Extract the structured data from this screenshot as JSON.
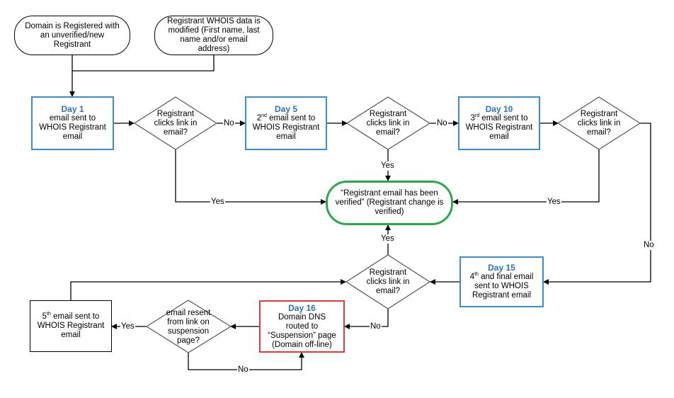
{
  "start_nodes": {
    "unverified": "Domain is Registered with an unverified/new Registrant",
    "modified": "Registrant WHOIS data is modified (First name, last name and/or email address)"
  },
  "steps": {
    "day1": {
      "day": "Day 1",
      "text": "email sent to WHOIS Registrant email"
    },
    "day5": {
      "day": "Day 5",
      "ord": "2",
      "sup": "nd",
      "text": " email sent to WHOIS Registrant email"
    },
    "day10": {
      "day": "Day 10",
      "ord": "3",
      "sup": "rd",
      "text": " email sent to WHOIS Registrant email"
    },
    "day15": {
      "day": "Day 15",
      "ord": "4",
      "sup": "th",
      "text": " and final email sent to WHOIS Registrant email"
    },
    "day16": {
      "day": "Day 16",
      "text": "Domain DNS routed to “Suspension” page (Domain off-line)"
    },
    "fifth": {
      "ord": "5",
      "sup": "th",
      "text": " email sent to WHOIS Registrant email"
    }
  },
  "decisions": {
    "clicks": "Registrant clicks link in email?",
    "resent": "email resent from link on suspension page?"
  },
  "terminal": "“Registrant email has been verified” (Registrant change is verified)",
  "labels": {
    "yes": "Yes",
    "no": "No"
  },
  "colors": {
    "day_title": "#2a74b8",
    "step_border": "#3a8fd0",
    "suspension_border": "#e23a3a",
    "verified_border": "#2aa84a"
  }
}
